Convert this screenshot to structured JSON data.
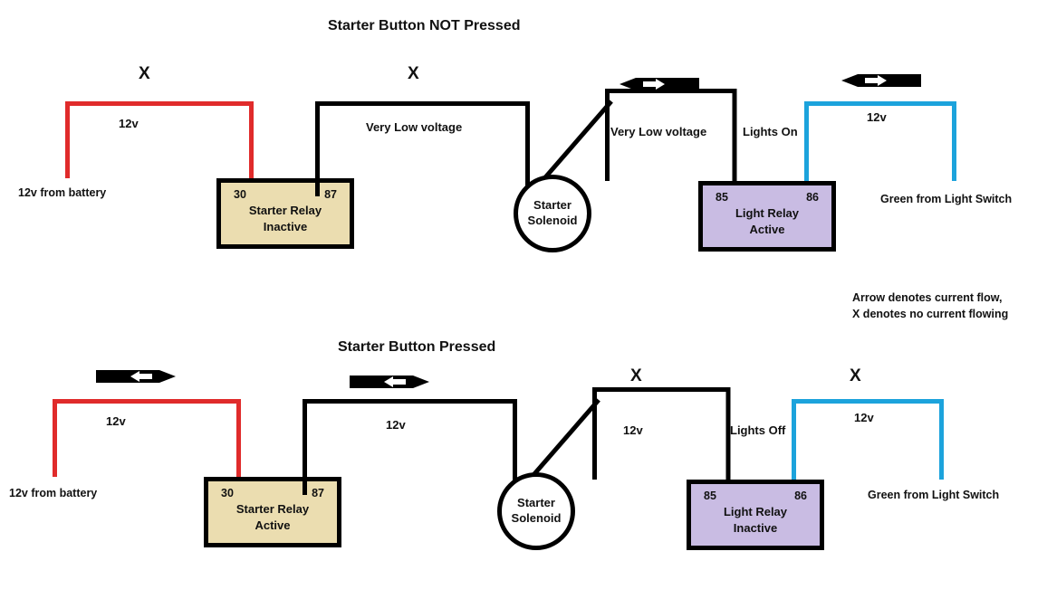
{
  "legend": {
    "line1": "Arrow denotes current flow,",
    "line2": "X denotes no current flowing"
  },
  "marks": {
    "x": "X"
  },
  "diagrams": [
    {
      "title": "Starter Button NOT Pressed",
      "battery_label": "12v from battery",
      "battery_wire_label": "12v",
      "battery_wire_marker": "x",
      "starter_relay": {
        "terminal_left": "30",
        "terminal_right": "87",
        "name_line1": "Starter Relay",
        "name_line2": "Inactive"
      },
      "mid_wire_label": "Very Low voltage",
      "mid_wire_marker": "x",
      "solenoid_line1": "Starter",
      "solenoid_line2": "Solenoid",
      "right_wire_label": "Very Low voltage",
      "right_wire_marker": "arrow-left",
      "lights_label": "Lights On",
      "light_relay": {
        "terminal_left": "85",
        "terminal_right": "86",
        "name_line1": "Light Relay",
        "name_line2": "Active"
      },
      "green_wire_label": "12v",
      "green_wire_marker": "arrow-left",
      "green_label": "Green from Light Switch"
    },
    {
      "title": "Starter Button Pressed",
      "battery_label": "12v from battery",
      "battery_wire_label": "12v",
      "battery_wire_marker": "arrow-right",
      "starter_relay": {
        "terminal_left": "30",
        "terminal_right": "87",
        "name_line1": "Starter Relay",
        "name_line2": "Active"
      },
      "mid_wire_label": "12v",
      "mid_wire_marker": "arrow-right",
      "solenoid_line1": "Starter",
      "solenoid_line2": "Solenoid",
      "right_wire_label": "12v",
      "right_wire_marker": "x",
      "lights_label": "Lights Off",
      "light_relay": {
        "terminal_left": "85",
        "terminal_right": "86",
        "name_line1": "Light Relay",
        "name_line2": "Inactive"
      },
      "green_wire_label": "12v",
      "green_wire_marker": "x",
      "green_label": "Green from Light Switch"
    }
  ],
  "colors": {
    "red_wire": "#E02B2B",
    "blue_wire": "#1CA3DC",
    "black_wire": "#000000",
    "starter_relay_fill": "#EBDDB0",
    "light_relay_fill": "#C9BCE3"
  }
}
